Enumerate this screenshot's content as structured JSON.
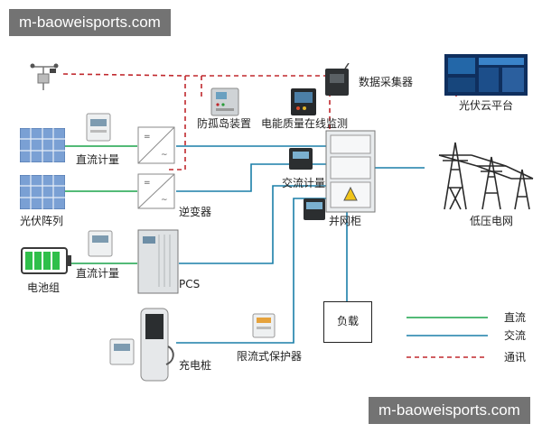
{
  "watermarks": {
    "top": "m-baoweisports.com",
    "bottom": "m-baoweisports.com"
  },
  "labels": {
    "data_collector": "数据采集器",
    "cloud_platform": "光伏云平台",
    "anti_islanding": "防孤岛装置",
    "power_quality": "电能质量在线监测",
    "dc_meter_top": "直流计量",
    "ac_meter": "交流计量",
    "inverter": "逆变器",
    "pv_array": "光伏阵列",
    "grid_cabinet": "并网柜",
    "low_voltage_grid": "低压电网",
    "dc_meter_battery": "直流计量",
    "battery_pack": "电池组",
    "pcs": "PCS",
    "load": "负载",
    "current_limit_protector": "限流式保护器",
    "charging_pile": "充电桩"
  },
  "legend": [
    {
      "label": "直流",
      "color": "#1aa34a",
      "style": "solid"
    },
    {
      "label": "交流",
      "color": "#1a7fa8",
      "style": "solid"
    },
    {
      "label": "通讯",
      "color": "#c0282d",
      "style": "dashed"
    }
  ]
}
